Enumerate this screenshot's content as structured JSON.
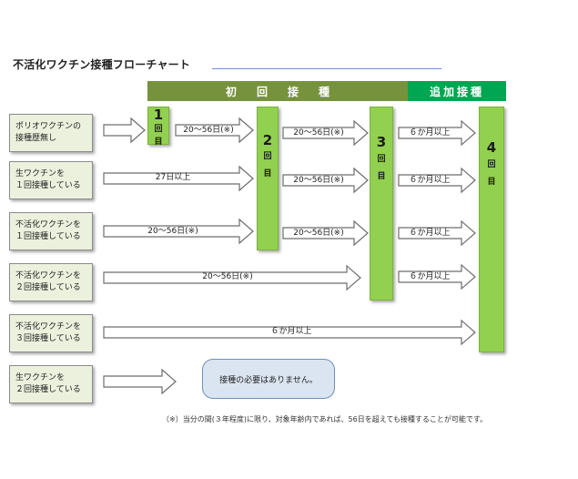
{
  "title": "不活化ワクチン接種フローチャート",
  "header": {
    "main": "初回接種",
    "extra": "追加接種"
  },
  "rows": [
    {
      "label": "ポリオワクチンの\n接種歴無し"
    },
    {
      "label": "生ワクチンを\n１回接種している"
    },
    {
      "label": "不活化ワクチンを\n１回接種している"
    },
    {
      "label": "不活化ワクチンを\n２回接種している"
    },
    {
      "label": "不活化ワクチンを\n３回接種している"
    },
    {
      "label": "生ワクチンを\n２回接種している"
    }
  ],
  "doses": [
    {
      "num": "1",
      "chars": [
        "回",
        "目"
      ]
    },
    {
      "num": "2",
      "chars": [
        "回",
        "目"
      ]
    },
    {
      "num": "3",
      "chars": [
        "回",
        "目"
      ]
    },
    {
      "num": "4",
      "chars": [
        "回",
        "目"
      ]
    }
  ],
  "arrows": {
    "r1_d1_d2": "20～56日(※)",
    "r1_d2_d3": "20～56日(※)",
    "r1_d3_d4": "６か月以上",
    "r2_to_d2": "27日以上",
    "r2_d2_d3": "20～56日(※)",
    "r2_d3_d4": "６か月以上",
    "r3_to_d2": "20～56日(※)",
    "r3_d2_d3": "20～56日(※)",
    "r3_d3_d4": "６か月以上",
    "r4_to_d3": "20～56日(※)",
    "r4_d3_d4": "６か月以上",
    "r5_to_d4": "６か月以上"
  },
  "bubble": "接種の必要はありません。",
  "note": "（※）当分の間(３年程度)に限り、対象年齢内であれば、56日を超えても接種することが可能です。",
  "colors": {
    "header_main": "#76923c",
    "header_extra": "#00a651",
    "dose": "#92d050",
    "row_box": "#ebf1dd",
    "bubble": "#dbe5f1"
  }
}
